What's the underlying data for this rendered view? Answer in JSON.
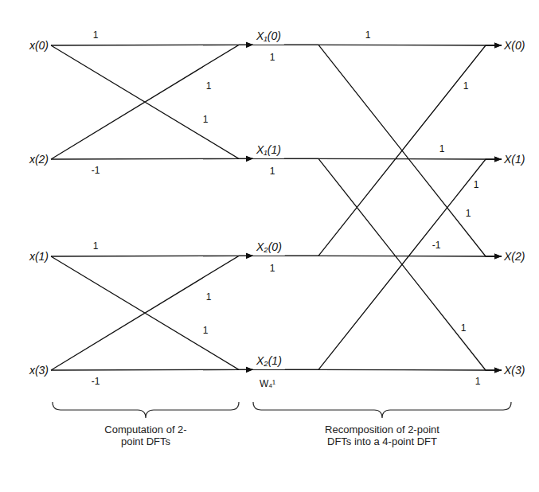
{
  "diagram": {
    "nodes": [
      {
        "text": [
          "x(0)"
        ]
      },
      {
        "text": [
          "x(2)"
        ]
      },
      {
        "text": [
          "x(1)"
        ]
      },
      {
        "text": [
          "x(3)"
        ]
      },
      {
        "text": [
          "X₁(0)"
        ]
      },
      {
        "text": [
          "X₁(1)"
        ]
      },
      {
        "text": [
          "X₂(0)"
        ]
      },
      {
        "text": [
          "X₂(1)"
        ]
      },
      {
        "text": [
          "X(0)"
        ]
      },
      {
        "text": [
          "X(1)"
        ]
      },
      {
        "text": [
          "X(2)"
        ]
      },
      {
        "text": [
          "X(3)"
        ]
      }
    ],
    "edges": [
      {
        "from": 0,
        "to": 4,
        "label": "1",
        "arrow": "to"
      },
      {
        "from": 0,
        "to": 5,
        "label": "1",
        "arrow": "to"
      },
      {
        "from": 1,
        "to": 4,
        "label": "1",
        "arrow": "to"
      },
      {
        "from": 1,
        "to": 5,
        "label": "-1",
        "arrow": "to"
      },
      {
        "from": 2,
        "to": 6,
        "label": "1",
        "arrow": "to"
      },
      {
        "from": 2,
        "to": 7,
        "label": "1",
        "arrow": "to"
      },
      {
        "from": 3,
        "to": 6,
        "label": "1",
        "arrow": "to"
      },
      {
        "from": 3,
        "to": 7,
        "label": "-1",
        "arrow": "to"
      },
      {
        "from": 4,
        "to": 8,
        "label": "1",
        "arrow": "to"
      },
      {
        "from": 6,
        "to": 8,
        "label": "1",
        "arrow": "to"
      },
      {
        "from": 5,
        "to": 9,
        "label": "1",
        "arrow": "to"
      },
      {
        "from": 7,
        "to": 9,
        "label": "1",
        "arrow": "to"
      },
      {
        "from": 4,
        "to": 10,
        "label": "1",
        "arrow": "to"
      },
      {
        "from": 6,
        "to": 10,
        "label": "-1",
        "arrow": "to"
      },
      {
        "from": 5,
        "to": 11,
        "label": "1",
        "arrow": "to"
      },
      {
        "from": 7,
        "to": 11,
        "label": "1",
        "arrow": "to"
      }
    ],
    "labels": [
      "1",
      "1",
      "1",
      "W₄¹",
      "Computation of 2-point DFTs",
      "Recomposition of 2-point DFTs into a 4-point DFT"
    ]
  }
}
